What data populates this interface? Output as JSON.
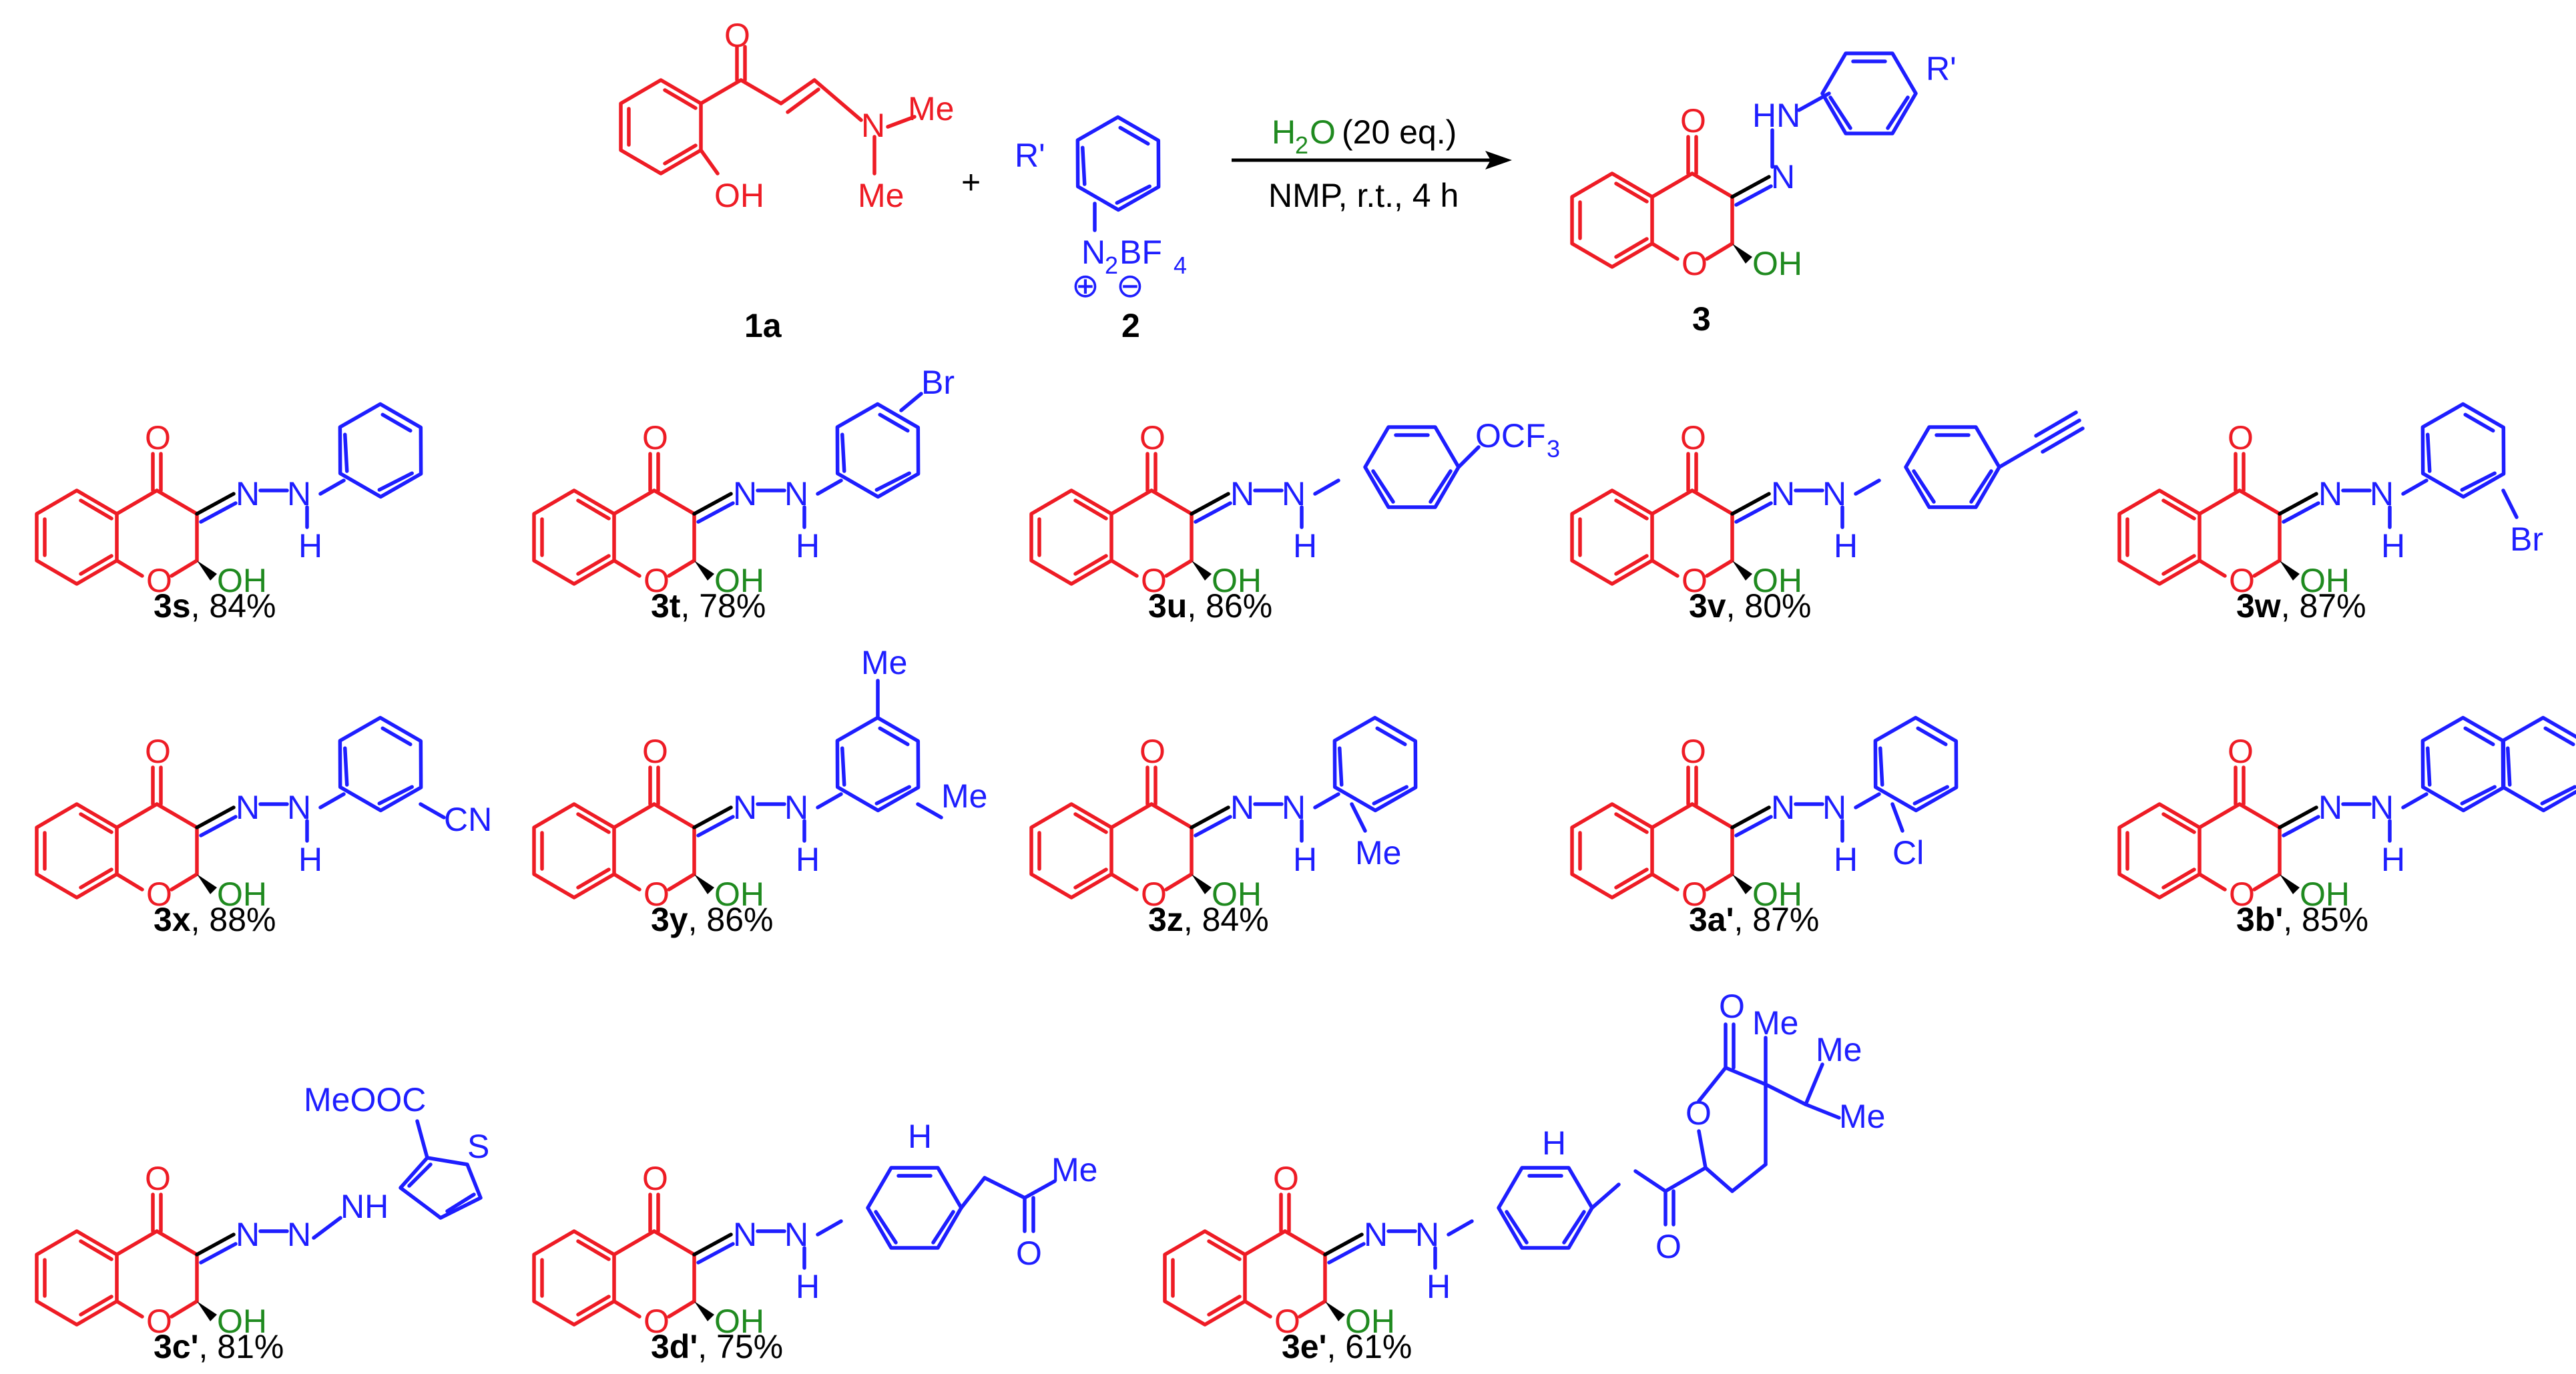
{
  "reaction": {
    "reactant1_label": "1a",
    "reactant2_label": "2",
    "product_label": "3",
    "plus": "+",
    "conditions_top_water": "H",
    "conditions_top_water_sub": "2",
    "conditions_top_water_o": "O",
    "conditions_top_rest": "(20 eq.)",
    "conditions_bottom": "NMP, r.t., 4 h"
  },
  "atoms": {
    "O": "O",
    "OH": "OH",
    "N": "N",
    "NH": "NH",
    "HN": "HN",
    "H": "H",
    "Me": "Me",
    "Rp": "R'",
    "N2BF4_N": "N",
    "N2BF4_sub2": "2",
    "N2BF4_BF": "BF",
    "N2BF4_sub4": "4",
    "plus_charge": "⊕",
    "minus_charge": "⊖",
    "Br": "Br",
    "OCF3": "OCF",
    "OCF3_sub": "3",
    "CN": "CN",
    "Cl": "Cl",
    "S": "S",
    "MeOOC": "MeOOC"
  },
  "products": [
    {
      "id": "3s",
      "yield": ", 84%"
    },
    {
      "id": "3t",
      "yield": ", 78%"
    },
    {
      "id": "3u",
      "yield": ", 86%"
    },
    {
      "id": "3v",
      "yield": ", 80%"
    },
    {
      "id": "3w",
      "yield": ", 87%"
    },
    {
      "id": "3x",
      "yield": ", 88%"
    },
    {
      "id": "3y",
      "yield": ", 86%"
    },
    {
      "id": "3z",
      "yield": ",  84%"
    },
    {
      "id": "3a'",
      "yield": ", 87%"
    },
    {
      "id": "3b'",
      "yield": ", 85%"
    },
    {
      "id": "3c'",
      "yield": ", 81%"
    },
    {
      "id": "3d'",
      "yield": ", 75%"
    },
    {
      "id": "3e'",
      "yield": ", 61%"
    }
  ],
  "colors": {
    "core": "#ee1c25",
    "aryl": "#1e1eff",
    "water": "#1f8a1f",
    "stereo": "#000000"
  }
}
